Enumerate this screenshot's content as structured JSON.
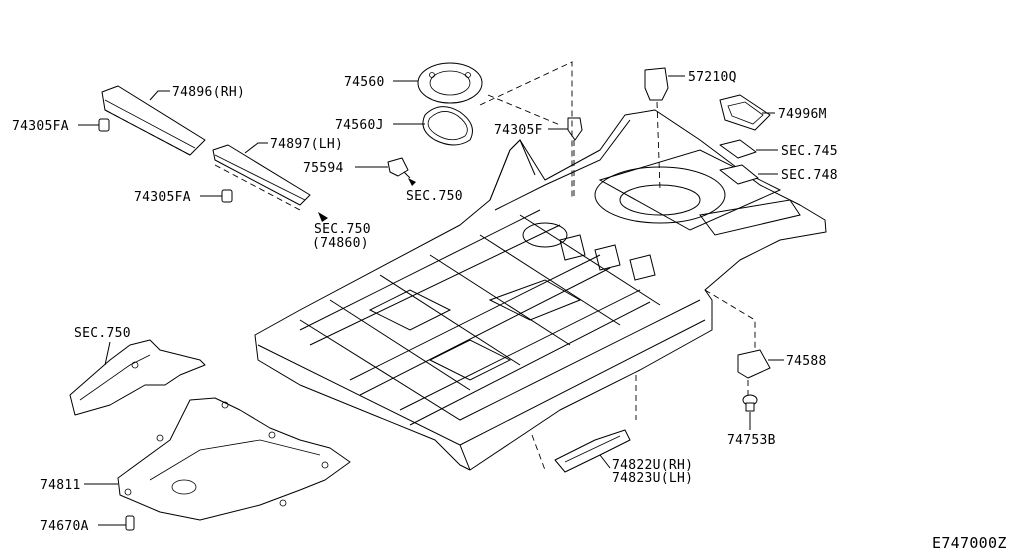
{
  "diagram": {
    "figure_code": "E747000Z",
    "callouts": {
      "p74896": "74896(RH)",
      "p74305FA_1": "74305FA",
      "p74897": "74897(LH)",
      "p74305FA_2": "74305FA",
      "p75594": "75594",
      "p74560": "74560",
      "p74560J": "74560J",
      "p74305F": "74305F",
      "p57210Q": "57210Q",
      "p74996M": "74996M",
      "sec745": "SEC.745",
      "sec748": "SEC.748",
      "sec750_a": "SEC.750",
      "sec750_b": "SEC.750",
      "p74860": "(74860)",
      "sec750_c": "SEC.750",
      "p74588": "74588",
      "p74753B": "74753B",
      "p74811": "74811",
      "p74822U": "74822U(RH)",
      "p74823U": "74823U(LH)",
      "p74670A": "74670A"
    }
  }
}
